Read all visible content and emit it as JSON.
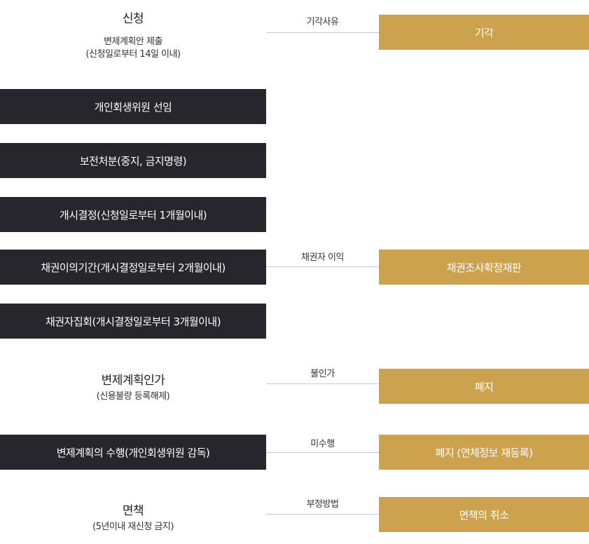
{
  "steps": {
    "application": {
      "title": "신청",
      "sub1": "변제계획안 제출",
      "sub2": "(신청일로부터 14일 이내)"
    },
    "appoint_commissioner": "개인회생위원 선임",
    "preservation": "보전처분(중지, 금지명령)",
    "commencement": "개시결정(신청일로부터 1개월이내)",
    "objection_period": "채권이의기간(개시결정일로부터 2개월이내)",
    "creditors_meeting": "채권자집회(개시결정일로부터 3개월이내)",
    "approval": {
      "title": "변제계획인가",
      "sub": "(신용불량 등록해제)"
    },
    "performance": "변제계획의 수행(개인회생위원 감독)",
    "discharge": {
      "title": "면책",
      "sub": "(5년이내 재신청 금지)"
    }
  },
  "branches": {
    "dismissal": {
      "condition": "기각사유",
      "result": "기각"
    },
    "claim_objection": {
      "condition": "채권자 이익",
      "result": "채권조사확정재판"
    },
    "non_approval": {
      "condition": "불인가",
      "result": "폐지"
    },
    "non_performance": {
      "condition": "미수행",
      "result": "폐지 (연체정보 재등록)"
    },
    "fraud": {
      "condition": "부정방법",
      "result": "면책의 취소"
    }
  },
  "colors": {
    "dark_box": "#27262c",
    "gold_box": "#cca24e",
    "connector": "#c9c9c9"
  }
}
